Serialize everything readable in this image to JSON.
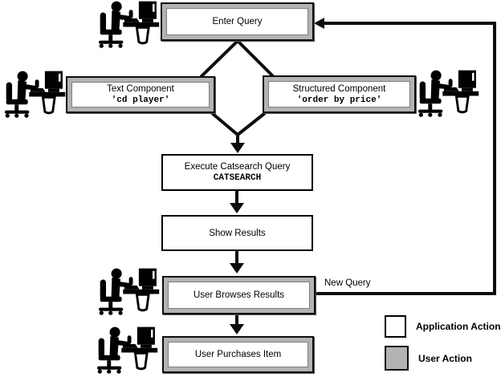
{
  "nodes": {
    "enter_query": {
      "label": "Enter Query"
    },
    "text_component": {
      "label": "Text Component",
      "code": "'cd player'"
    },
    "structured_component": {
      "label": "Structured Component",
      "code": "'order by price'"
    },
    "execute_catsearch": {
      "label": "Execute Catsearch Query",
      "code": "CATSEARCH"
    },
    "show_results": {
      "label": "Show Results"
    },
    "user_browses_results": {
      "label": "User Browses Results"
    },
    "user_purchases_item": {
      "label": "User Purchases Item"
    }
  },
  "edge_labels": {
    "new_query": "New Query"
  },
  "legend": {
    "application_action": "Application Action",
    "user_action": "User Action"
  },
  "icons": {
    "person": "person-at-computer-icon"
  },
  "colors": {
    "user_action_gray": "#b3b3b3",
    "line_black": "#000000",
    "box_background": "#ffffff"
  }
}
